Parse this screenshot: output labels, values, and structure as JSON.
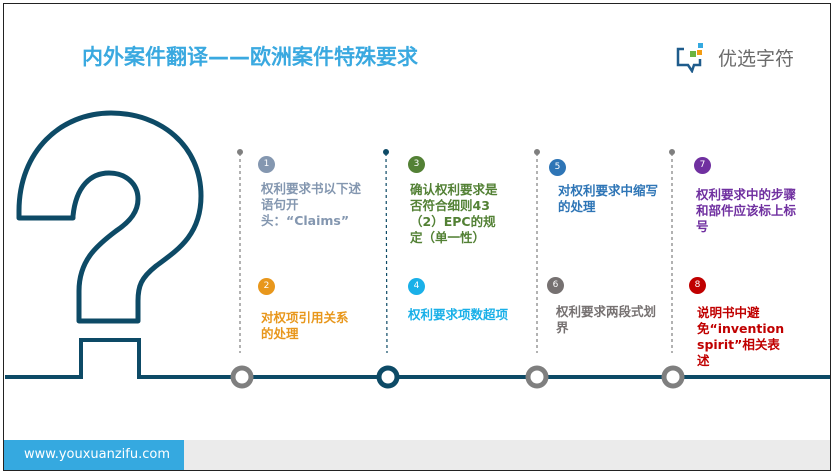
{
  "title": "内外案件翻译——欧洲案件特殊要求",
  "logo": {
    "text": "优选字符"
  },
  "items": [
    {
      "num": "1",
      "text": "权利要求书以下述语句开头：“Claims”",
      "color": "#8497b0"
    },
    {
      "num": "2",
      "text": "对权项引用关系的处理",
      "color": "#e8971c"
    },
    {
      "num": "3",
      "text": "确认权利要求是否符合细则43（2）EPC的规定（单一性）",
      "color": "#538135"
    },
    {
      "num": "4",
      "text": "权利要求项数超项",
      "color": "#1ab0e8"
    },
    {
      "num": "5",
      "text": "对权利要求中缩写的处理",
      "color": "#2e75b6"
    },
    {
      "num": "6",
      "text": "权利要求两段式划界",
      "color": "#767171"
    },
    {
      "num": "7",
      "text": "权利要求中的步骤和部件应该标上标号",
      "color": "#7030a0"
    },
    {
      "num": "8",
      "text": "说明书中避免“invention spirit”相关表述",
      "color": "#c00000"
    }
  ],
  "footer": {
    "url": "www.youxuanzifu.com"
  }
}
